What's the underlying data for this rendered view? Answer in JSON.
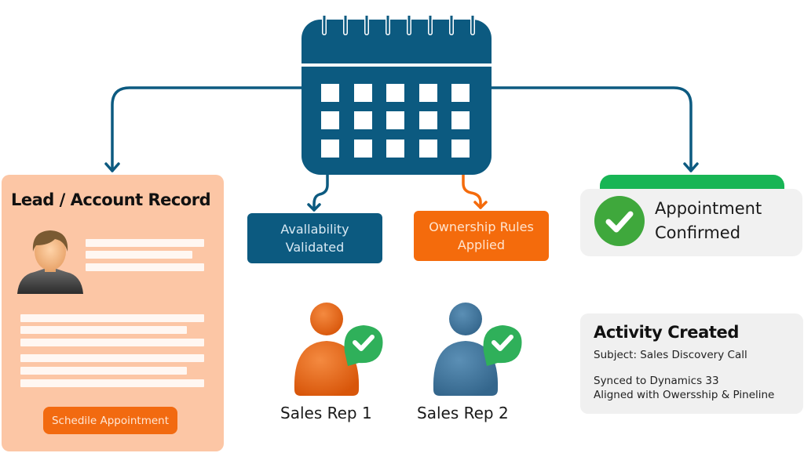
{
  "colors": {
    "navy": "#0c5a80",
    "orange": "#f46b0c",
    "peach": "#fcc6a5",
    "green": "#18b555",
    "check_green": "#3fa83c",
    "light_gray": "#f1f1f1"
  },
  "calendar": {
    "icon": "calendar-icon"
  },
  "lead_record": {
    "title": "Lead / Account Record",
    "avatar_icon": "person-icon",
    "button_label": "Schedile Appointment"
  },
  "steps": {
    "availability": {
      "line1": "Avallability",
      "line2": "Validated"
    },
    "ownership": {
      "line1": "Ownership Rules",
      "line2": "Applied"
    }
  },
  "confirmation": {
    "line1": "Appointment",
    "line2": "Confirmed",
    "icon": "check-circle-icon"
  },
  "reps": [
    {
      "label": "Sales Rep 1",
      "color": "#ee6a16",
      "icon": "user-check-icon"
    },
    {
      "label": "Sales Rep 2",
      "color": "#42769c",
      "icon": "user-check-icon"
    }
  ],
  "activity": {
    "title": "Activity Created",
    "subject": "Subject: Sales Discovery Call",
    "synced": "Synced to Dynamics 33",
    "aligned": "Aligned with Owersship & Pineline"
  }
}
